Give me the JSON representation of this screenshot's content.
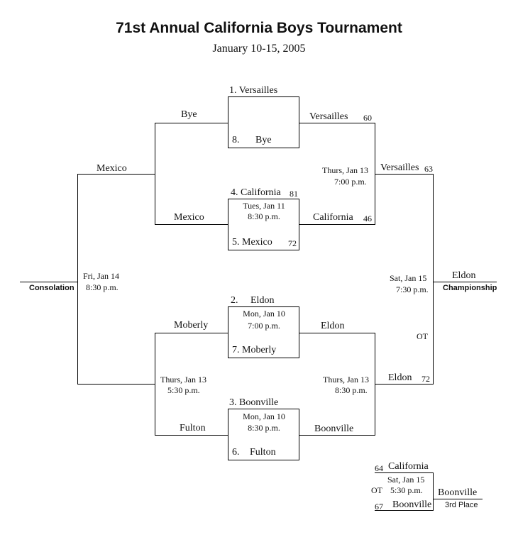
{
  "title": "71st Annual California Boys Tournament",
  "dates": "January 10-15, 2005",
  "seeds": {
    "s1": "1. Versailles",
    "s8": "8.",
    "s8_name": "Bye",
    "s4": "4. California",
    "s4_score": "81",
    "s5": "5. Mexico",
    "s5_score": "72",
    "s2": "2.",
    "s2_name": "Eldon",
    "s7": "7. Moberly",
    "s3": "3. Boonville",
    "s6": "6.",
    "s6_name": "Fulton"
  },
  "games": {
    "g2": {
      "day": "Tues, Jan 11",
      "time": "8:30 p.m."
    },
    "g3": {
      "day": "Mon, Jan 10",
      "time": "7:00 p.m."
    },
    "g4": {
      "day": "Mon, Jan 10",
      "time": "8:30 p.m."
    },
    "semi_top": {
      "day": "Thurs, Jan 13",
      "time": "7:00 p.m."
    },
    "semi_bottom": {
      "day": "Thurs, Jan 13",
      "time": "8:30 p.m."
    },
    "cons_semi": {
      "day": "Thurs, Jan 13",
      "time": "5:30 p.m."
    },
    "cons_final": {
      "day": "Fri, Jan 14",
      "time": "8:30 p.m."
    },
    "final": {
      "day": "Sat, Jan 15",
      "time": "7:30 p.m."
    },
    "third": {
      "day": "Sat, Jan 15",
      "time": "5:30 p.m."
    }
  },
  "winners": {
    "qf1": "Versailles",
    "qf1_score": "60",
    "qf2": "California",
    "qf2_score": "46",
    "qf3": "Eldon",
    "qf4": "Boonville",
    "sf1": "Versailles",
    "sf1_score": "63",
    "sf2": "Eldon",
    "sf2_score": "72",
    "ot_final": "OT",
    "champion": "Eldon",
    "champion_label": "Championship"
  },
  "losers": {
    "l1": "Bye",
    "l2": "Mexico",
    "l3": "Moberly",
    "l4": "Fulton",
    "cons_top": "Mexico",
    "consolation_label": "Consolation"
  },
  "third_place": {
    "team_a": "California",
    "team_a_score": "64",
    "team_b": "Boonville",
    "team_b_score": "67",
    "ot": "OT",
    "winner": "Boonville",
    "label": "3rd Place"
  }
}
